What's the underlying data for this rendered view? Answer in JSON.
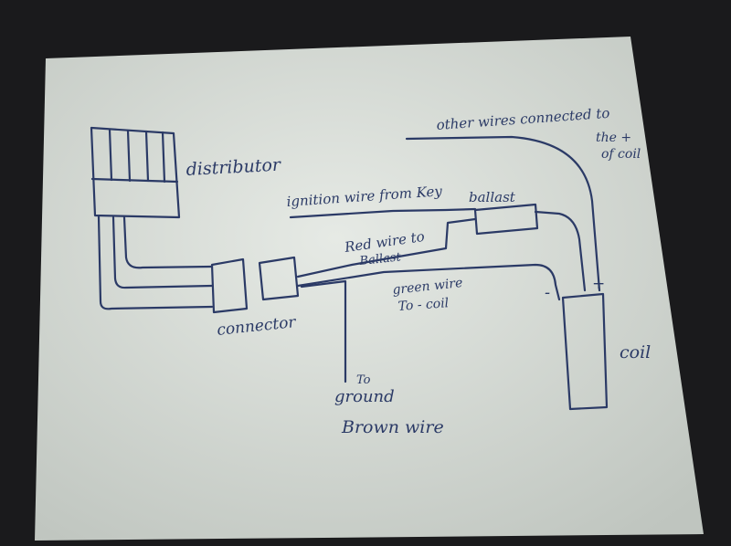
{
  "colors": {
    "background": "#1a1a1c",
    "paper": "#dfe3df",
    "paper_shade": "#c9cec9",
    "ink": "#2b3a66"
  },
  "labels": {
    "distributor": "distributor",
    "connector": "connector",
    "ignition_wire": "ignition wire from Key",
    "ballast": "ballast",
    "red_wire_line1": "Red wire to",
    "red_wire_line2": "Ballast",
    "green_wire_line1": "green wire",
    "green_wire_line2": "To - coil",
    "other_wires_line1": "other wires connected to",
    "other_wires_line2": "the +",
    "other_wires_line3": "of coil",
    "coil": "coil",
    "minus_terminal": "-",
    "plus_terminal": "+",
    "ground_line1": "To",
    "ground_line2": "ground",
    "brown_wire": "Brown wire"
  }
}
